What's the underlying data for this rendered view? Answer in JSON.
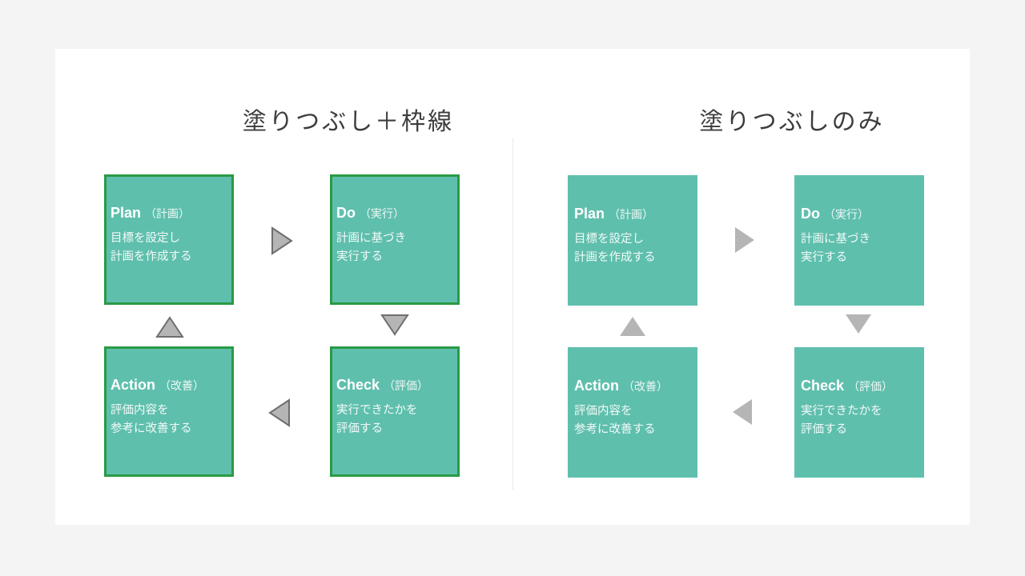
{
  "slide": {
    "background_color": "#ffffff",
    "page_background_color": "#f4f4f5"
  },
  "panels": [
    {
      "id": "filled-outlined",
      "title": "塗りつぶし＋枠線",
      "style": "fill-and-outline",
      "box_fill_color": "#5fbfad",
      "box_border_color": "#2a9a45",
      "arrow_fill_color": "#b5b5b5",
      "arrow_outline_color": "#6e6e6e"
    },
    {
      "id": "filled-only",
      "title": "塗りつぶしのみ",
      "style": "fill-only",
      "box_fill_color": "#5fbfad",
      "box_border_color": "none",
      "arrow_fill_color": "#b5b5b5",
      "arrow_outline_color": "none"
    }
  ],
  "cycle": {
    "steps": [
      {
        "key": "plan",
        "title_en": "Plan",
        "title_jp": "（計画）",
        "desc_line1": "目標を設定し",
        "desc_line2": "計画を作成する"
      },
      {
        "key": "do",
        "title_en": "Do",
        "title_jp": "（実行）",
        "desc_line1": "計画に基づき",
        "desc_line2": "実行する"
      },
      {
        "key": "check",
        "title_en": "Check",
        "title_jp": "（評価）",
        "desc_line1": "実行できたかを",
        "desc_line2": "評価する"
      },
      {
        "key": "action",
        "title_en": "Action",
        "title_jp": "（改善）",
        "desc_line1": "評価内容を",
        "desc_line2": "参考に改善する"
      }
    ],
    "arrows": [
      {
        "key": "plan-to-do",
        "direction": "right",
        "icon": "triangle-right-icon"
      },
      {
        "key": "do-to-check",
        "direction": "down",
        "icon": "triangle-down-icon"
      },
      {
        "key": "check-to-action",
        "direction": "left",
        "icon": "triangle-left-icon"
      },
      {
        "key": "action-to-plan",
        "direction": "up",
        "icon": "triangle-up-icon"
      }
    ]
  }
}
